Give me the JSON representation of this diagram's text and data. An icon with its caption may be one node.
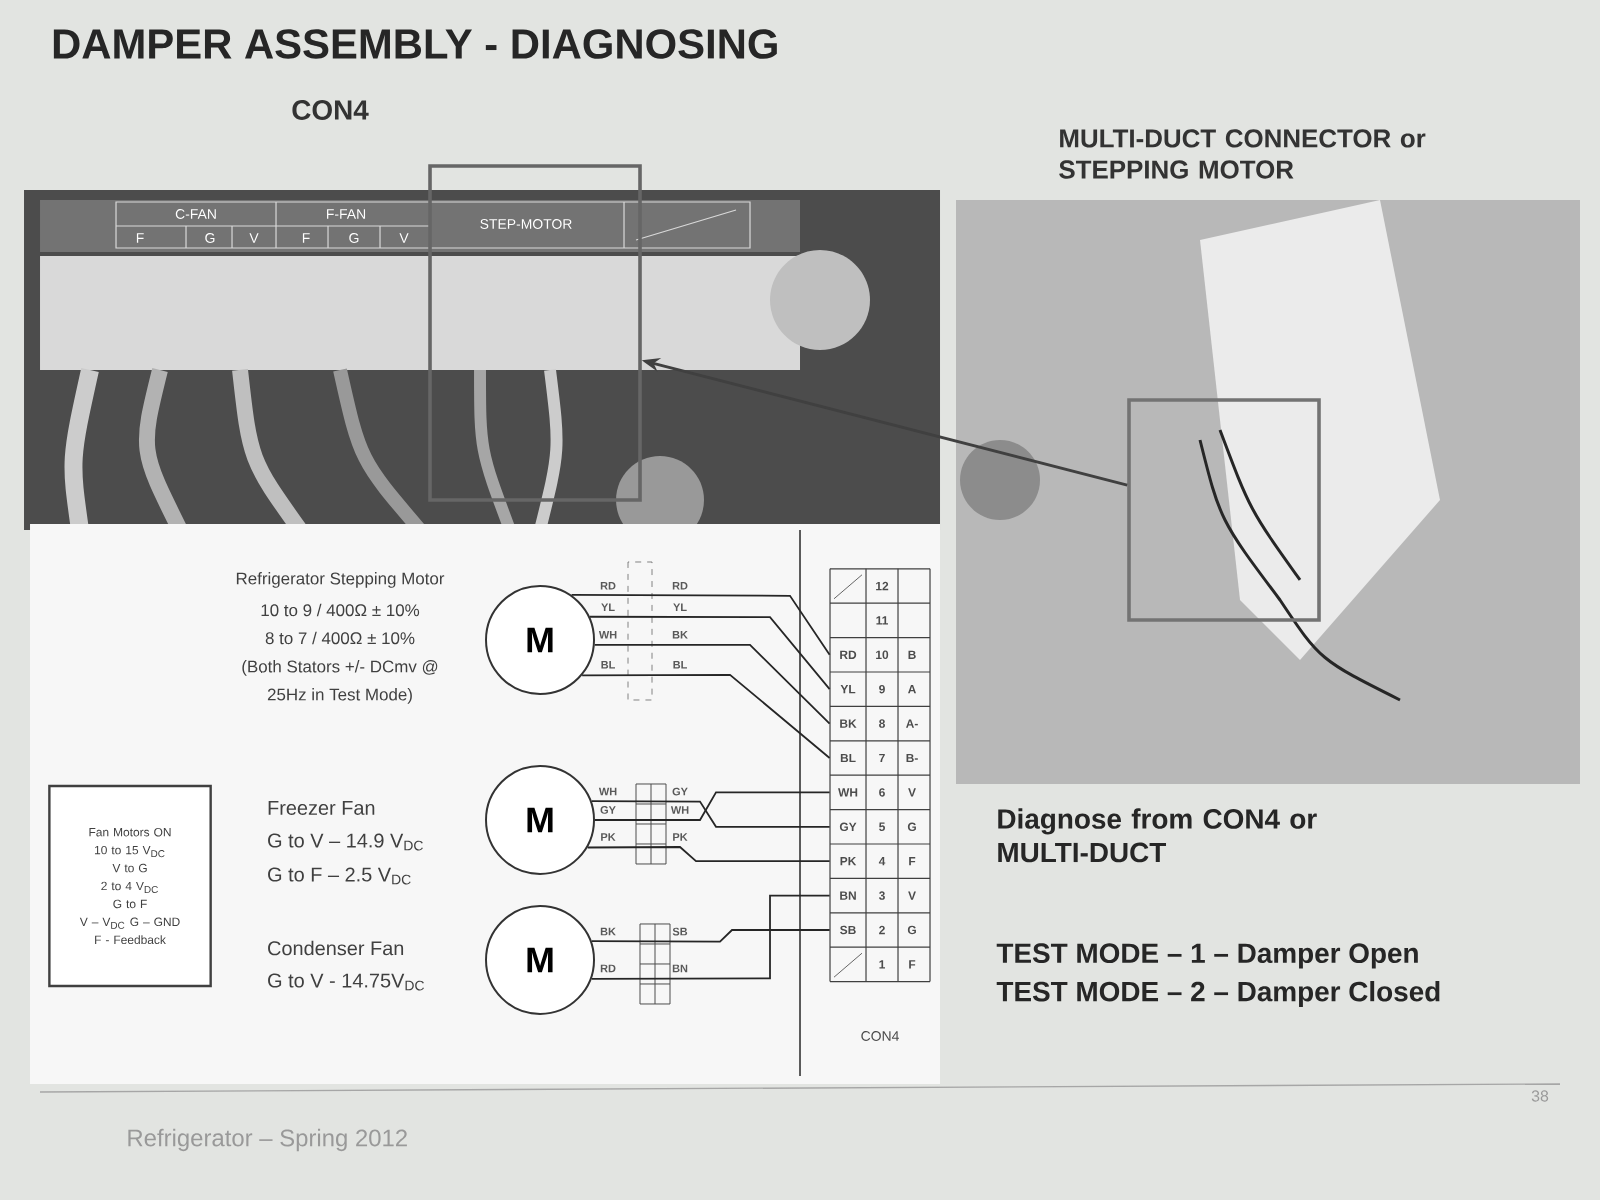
{
  "diagram": {
    "title": "DAMPER ASSEMBLY - DIAGNOSING",
    "nodes": [
      {
        "text": [],
        "shape": "box"
      },
      {
        "text": [],
        "shape": "box"
      },
      {
        "text": [
          "M"
        ],
        "beside": [
          "Refrigerator Stepping Motor",
          "10 to 9 / 400Ω ± 10%",
          "8 to 7 / 400Ω ± 10%",
          "(Both Stators +/- DCmv @",
          "25Hz in Test Mode)"
        ]
      },
      {
        "text": [
          "M"
        ],
        "beside": [
          "Freezer Fan",
          "G to V – 14.9 V$_{DC}$",
          "G to F – 2.5 V$_{DC}$"
        ]
      },
      {
        "text": [
          "M"
        ],
        "beside": [
          "Condenser Fan",
          "G to V - 14.75V$_{DC}$"
        ]
      },
      {
        "text": [
          "CON4"
        ]
      },
      {
        "text": [
          "Fan Motors ON",
          "10 to 15 V$_{DC}$",
          "V to G",
          "2 to 4 V$_{DC}$",
          "G to F",
          "V – V$_{DC}$ G – GND",
          "F - Feedback"
        ]
      }
    ],
    "edges": [
      {
        "from": 1,
        "to": 0,
        "arrow": "to"
      },
      {
        "from": 2,
        "to": 5,
        "arrow": "none"
      },
      {
        "from": 2,
        "to": 5,
        "arrow": "none"
      },
      {
        "from": 2,
        "to": 5,
        "arrow": "none"
      },
      {
        "from": 2,
        "to": 5,
        "arrow": "none"
      },
      {
        "from": 3,
        "to": 5,
        "arrow": "none"
      },
      {
        "from": 3,
        "to": 5,
        "arrow": "none"
      },
      {
        "from": 3,
        "to": 5,
        "arrow": "none"
      },
      {
        "from": 4,
        "to": 5,
        "arrow": "none"
      },
      {
        "from": 4,
        "to": 5,
        "arrow": "none"
      }
    ],
    "labels": [
      "CON4",
      "MULTI-DUCT CONNECTOR or STEPPING MOTOR",
      "C-FAN",
      "F-FAN",
      "F",
      "G",
      "V",
      "F",
      "G",
      "V",
      "STEP-MOTOR",
      "RD",
      "RD",
      "YL",
      "YL",
      "WH",
      "BK",
      "BL",
      "BL",
      "WH",
      "GY",
      "GY",
      "WH",
      "PK",
      "PK",
      "BK",
      "SB",
      "RD",
      "BN",
      "12",
      "11",
      "RD",
      "10",
      "B",
      "YL",
      "9",
      "A",
      "BK",
      "8",
      "A-",
      "BL",
      "7",
      "B-",
      "WH",
      "6",
      "V",
      "GY",
      "5",
      "G",
      "PK",
      "4",
      "F",
      "BN",
      "3",
      "V",
      "SB",
      "2",
      "G",
      "1",
      "F",
      "Diagnose from CON4 or MULTI-DUCT",
      "TEST MODE – 1 – Damper Open",
      "TEST MODE – 2 – Damper Closed",
      "Refrigerator – Spring 2012",
      "38"
    ]
  }
}
